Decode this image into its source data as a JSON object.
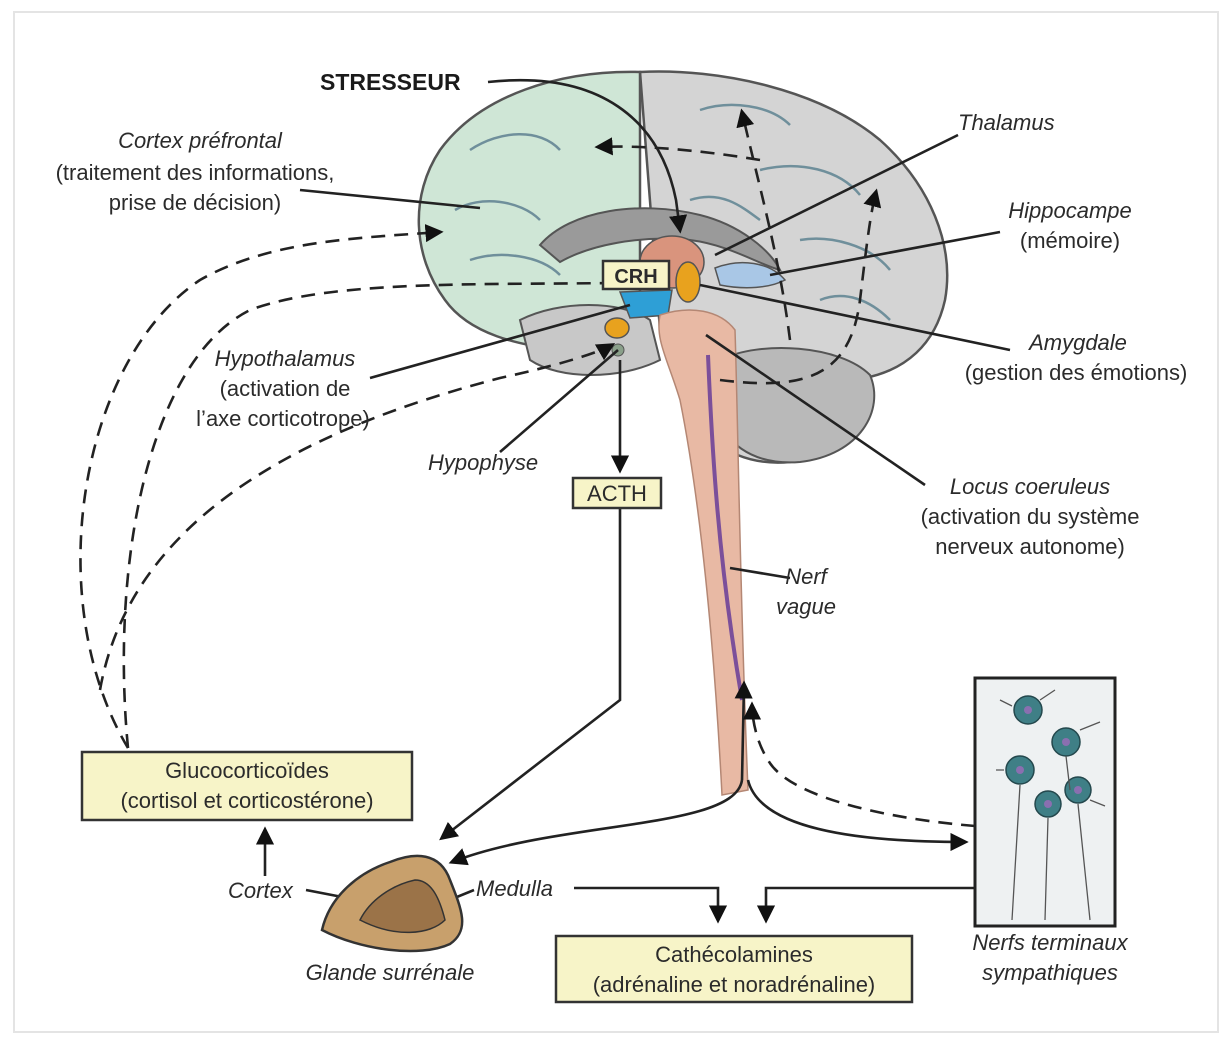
{
  "labels": {
    "stresseur": "STRESSEUR",
    "cortex_prefrontal": "Cortex préfrontal",
    "cortex_prefrontal_desc1": "(traitement des informations,",
    "cortex_prefrontal_desc2": "prise de décision)",
    "thalamus": "Thalamus",
    "hippocampe": "Hippocampe",
    "hippocampe_desc": "(mémoire)",
    "amygdale": "Amygdale",
    "amygdale_desc": "(gestion des émotions)",
    "hypothalamus": "Hypothalamus",
    "hypothalamus_desc1": "(activation de",
    "hypothalamus_desc2": "l’axe corticotrope)",
    "hypophyse": "Hypophyse",
    "crh": "CRH",
    "acth": "ACTH",
    "locus": "Locus coeruleus",
    "locus_desc1": "(activation du système",
    "locus_desc2": "nerveux autonome)",
    "nerf_vague1": "Nerf",
    "nerf_vague2": "vague",
    "gluco1": "Glucocorticoïdes",
    "gluco2": "(cortisol et corticostérone)",
    "cortex": "Cortex",
    "medulla": "Medulla",
    "glande": "Glande surrénale",
    "catech1": "Cathécolamines",
    "catech2": "(adrénaline et noradrénaline)",
    "nerfs_term1": "Nerfs terminaux",
    "nerfs_term2": "sympathiques"
  },
  "colors": {
    "prefrontal": "#cfe6d6",
    "brain_gray": "#d4d4d4",
    "brainstem": "#e8b9a4",
    "hypothalamus": "#2e9fd6",
    "amygdala": "#e8a21e",
    "box_fill": "#f7f4c8",
    "vagus": "#7b4f9a"
  }
}
